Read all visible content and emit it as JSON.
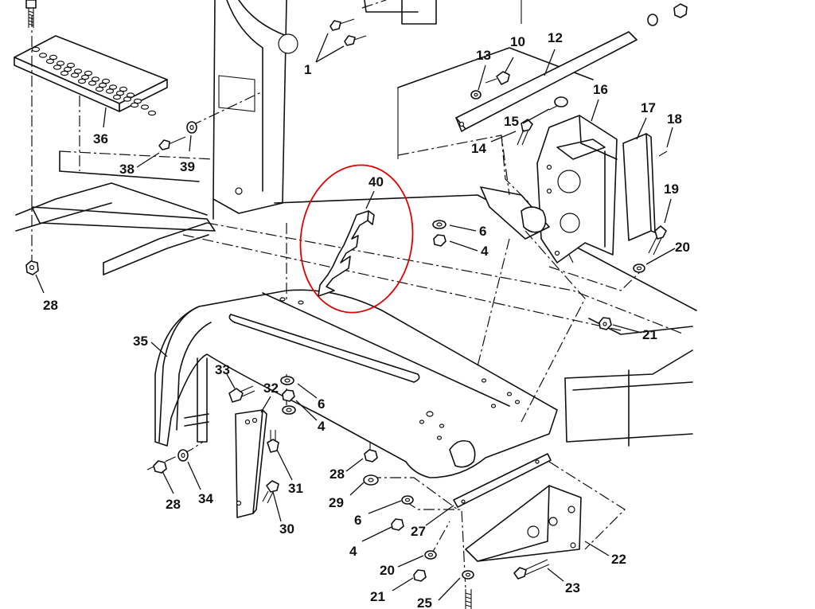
{
  "diagram": {
    "highlight_color": "#e00000",
    "line_color": "#111111",
    "background": "#ffffff",
    "labels": {
      "l1": "1",
      "l4a": "4",
      "l4b": "4",
      "l4c": "4",
      "l6a": "6",
      "l6b": "6",
      "l6c": "6",
      "l10": "10",
      "l12": "12",
      "l13": "13",
      "l14": "14",
      "l15": "15",
      "l16": "16",
      "l17": "17",
      "l18": "18",
      "l19": "19",
      "l20a": "20",
      "l20b": "20",
      "l21a": "21",
      "l21b": "21",
      "l22": "22",
      "l23": "23",
      "l25": "25",
      "l27": "27",
      "l28a": "28",
      "l28b": "28",
      "l28c": "28",
      "l29": "29",
      "l30": "30",
      "l31": "31",
      "l32": "32",
      "l33": "33",
      "l34": "34",
      "l35": "35",
      "l36": "36",
      "l38": "38",
      "l39": "39",
      "l40": "40"
    }
  }
}
